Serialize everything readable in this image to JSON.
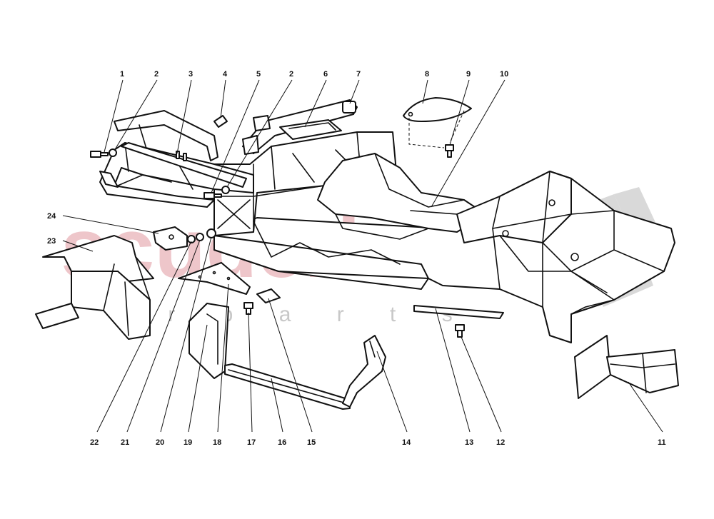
{
  "watermark": {
    "brand": "scuderia",
    "sub": "c a r p a r t s"
  },
  "callouts": {
    "c1": "1",
    "c2a": "2",
    "c3": "3",
    "c4": "4",
    "c5": "5",
    "c2b": "2",
    "c6": "6",
    "c7": "7",
    "c8": "8",
    "c9": "9",
    "c10": "10",
    "c24": "24",
    "c23": "23",
    "c22": "22",
    "c21": "21",
    "c20": "20",
    "c19": "19",
    "c18": "18",
    "c17": "17",
    "c16": "16",
    "c15": "15",
    "c14": "14",
    "c13": "13",
    "c12": "12",
    "c11": "11"
  }
}
